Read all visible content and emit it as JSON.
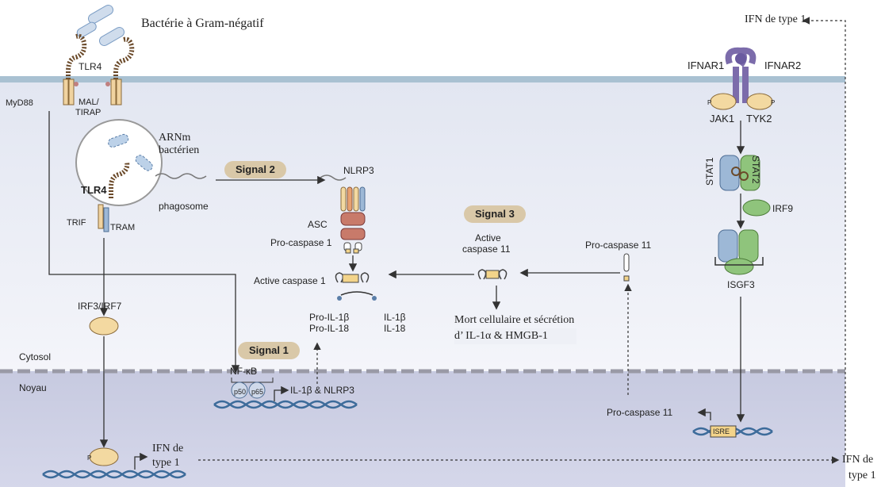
{
  "labels": {
    "bacteria": "Bactérie à Gram-négatif",
    "tlr4_top": "TLR4",
    "myd88": "MyD88",
    "mal": "MAL/",
    "tirap": "TIRAP",
    "arnm_1": "ARNm",
    "arnm_2": "bactérien",
    "tlr4_phago": "TLR4",
    "phagosome": "phagosome",
    "trif": "TRIF",
    "tram": "TRAM",
    "nlrp3": "NLRP3",
    "asc": "ASC",
    "procasp1": "Pro-caspase 1",
    "activecasp1": "Active caspase 1",
    "proil1b": "Pro-IL-1β",
    "proil18": "Pro-IL-18",
    "il1b": "IL-1β",
    "il18": "IL-18",
    "activecasp11_1": "Active",
    "activecasp11_2": "caspase 11",
    "procasp11": "Pro-caspase 11",
    "mort_1": "Mort cellulaire et sécrétion",
    "mort_2": "d’ IL-1α & HMGB-1",
    "irf3irf7": "IRF3/IRF7",
    "cytosol": "Cytosol",
    "noyau": "Noyau",
    "nfkb": "NF-κB",
    "p50": "p50",
    "p65": "p65",
    "il1b_nlrp3": "IL-1β & NLRP3",
    "ifn_top": "IFN de type 1",
    "ifnar1": "IFNAR1",
    "ifnar2": "IFNAR2",
    "jak1": "JAK1",
    "tyk2": "TYK2",
    "p_left": "P",
    "p_right": "P",
    "stat1": "STAT1",
    "stat2": "STAT2",
    "irf9": "IRF9",
    "isgf3": "ISGF3",
    "procasp11_nuc": "Pro-caspase 11",
    "isre": "ISRE",
    "ifn_bottom_1": "IFN de",
    "ifn_bottom_2": "type 1",
    "ifn_right_1": "IFN de",
    "ifn_right_2": "type 1",
    "p_irf": "P"
  },
  "signals": {
    "signal1": "Signal 1",
    "signal2": "Signal 2",
    "signal3": "Signal 3"
  },
  "colors": {
    "membrane": "#9fb8c9",
    "cytosol": "#eef0f6",
    "nucleus": "#c9cce2",
    "badge": "#d9c8a8",
    "protein_yellow": "#f3d9a1",
    "protein_blue": "#9db8d6",
    "protein_green": "#8fc47c",
    "protein_purple": "#7c6cab",
    "dna_blue": "#3c6b9a"
  }
}
